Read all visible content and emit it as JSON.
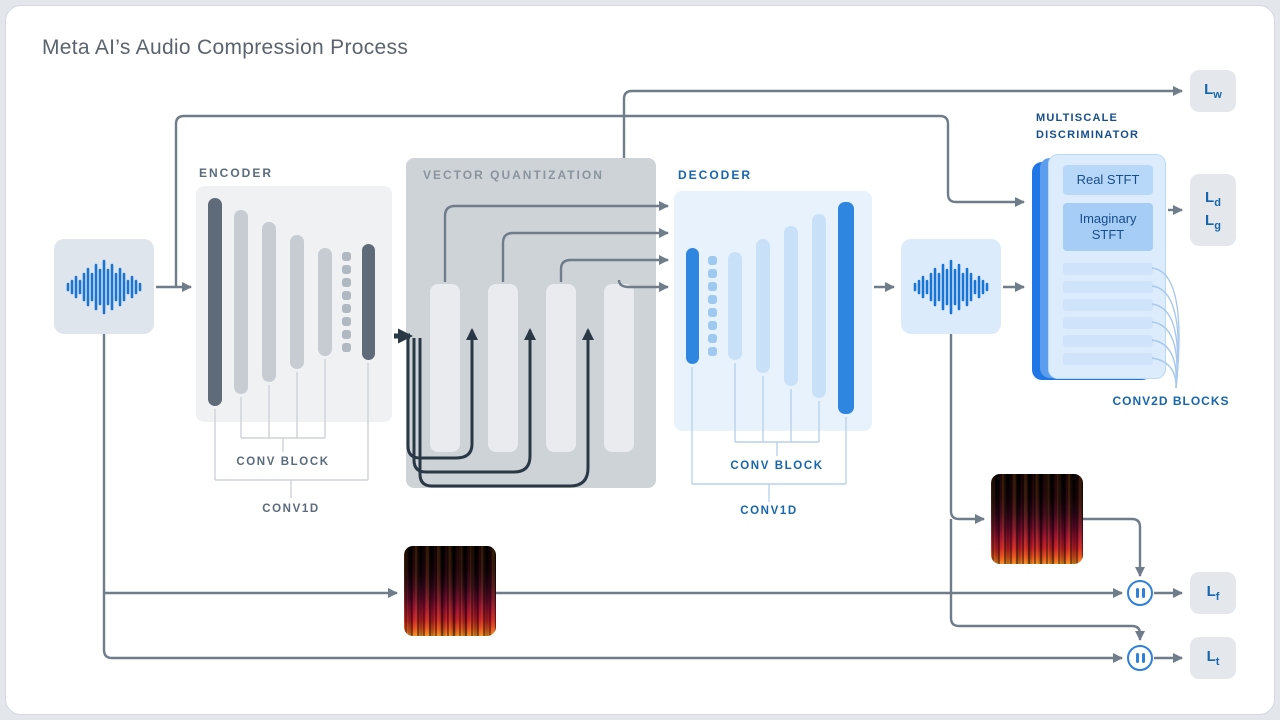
{
  "title": "Meta AI’s Audio Compression Process",
  "encoder": {
    "label": "ENCODER",
    "conv_block_label": "CONV BLOCK",
    "conv1d_label": "CONV1D"
  },
  "vector_quantization": {
    "label": "VECTOR QUANTIZATION"
  },
  "decoder": {
    "label": "DECODER",
    "conv_block_label": "CONV BLOCK",
    "conv1d_label": "CONV1D"
  },
  "discriminator": {
    "title_line1": "MULTISCALE",
    "title_line2": "DISCRIMINATOR",
    "real_stft_label": "Real STFT",
    "imaginary_stft_label": "Imaginary STFT",
    "conv2d_blocks_label": "CONV2D BLOCKS"
  },
  "losses": {
    "lw": {
      "symbol": "L",
      "subscript": "w"
    },
    "ld": {
      "symbol": "L",
      "subscript": "d"
    },
    "lg": {
      "symbol": "L",
      "subscript": "g"
    },
    "lf": {
      "symbol": "L",
      "subscript": "f"
    },
    "lt": {
      "symbol": "L",
      "subscript": "t"
    }
  },
  "colors": {
    "accent_blue": "#2e86e0",
    "label_blue": "#1766ad",
    "slate_line": "#6f7c8a",
    "dark_line": "#2a3845"
  }
}
